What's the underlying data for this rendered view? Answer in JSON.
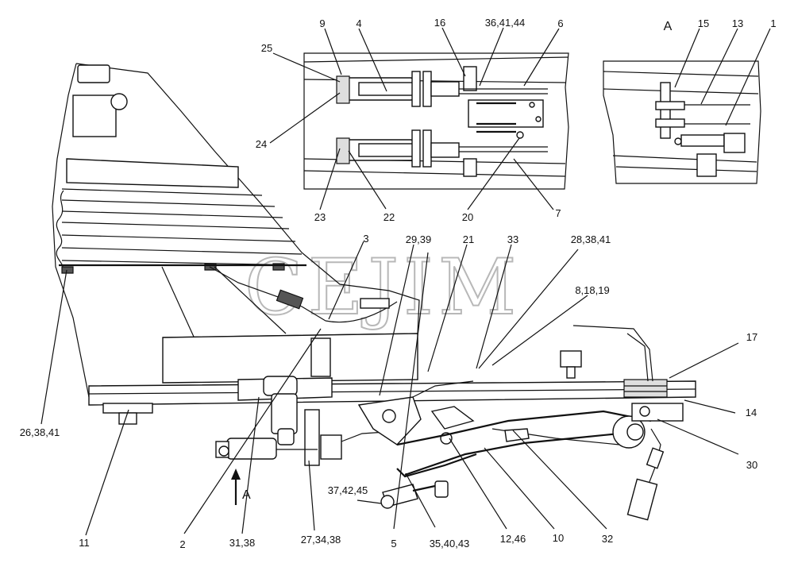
{
  "watermark": "CEJIM",
  "view_marker": "A",
  "view_arrow_label": "A",
  "callouts": [
    "9",
    "4",
    "16",
    "36,41,44",
    "6",
    "25",
    "24",
    "23",
    "22",
    "20",
    "7",
    "A",
    "15",
    "13",
    "1",
    "3",
    "29,39",
    "21",
    "33",
    "28,38,41",
    "8,18,19",
    "17",
    "14",
    "30",
    "26,38,41",
    "11",
    "2",
    "31,38",
    "27,34,38",
    "37,42,45",
    "5",
    "35,40,43",
    "12,46",
    "10",
    "32"
  ]
}
